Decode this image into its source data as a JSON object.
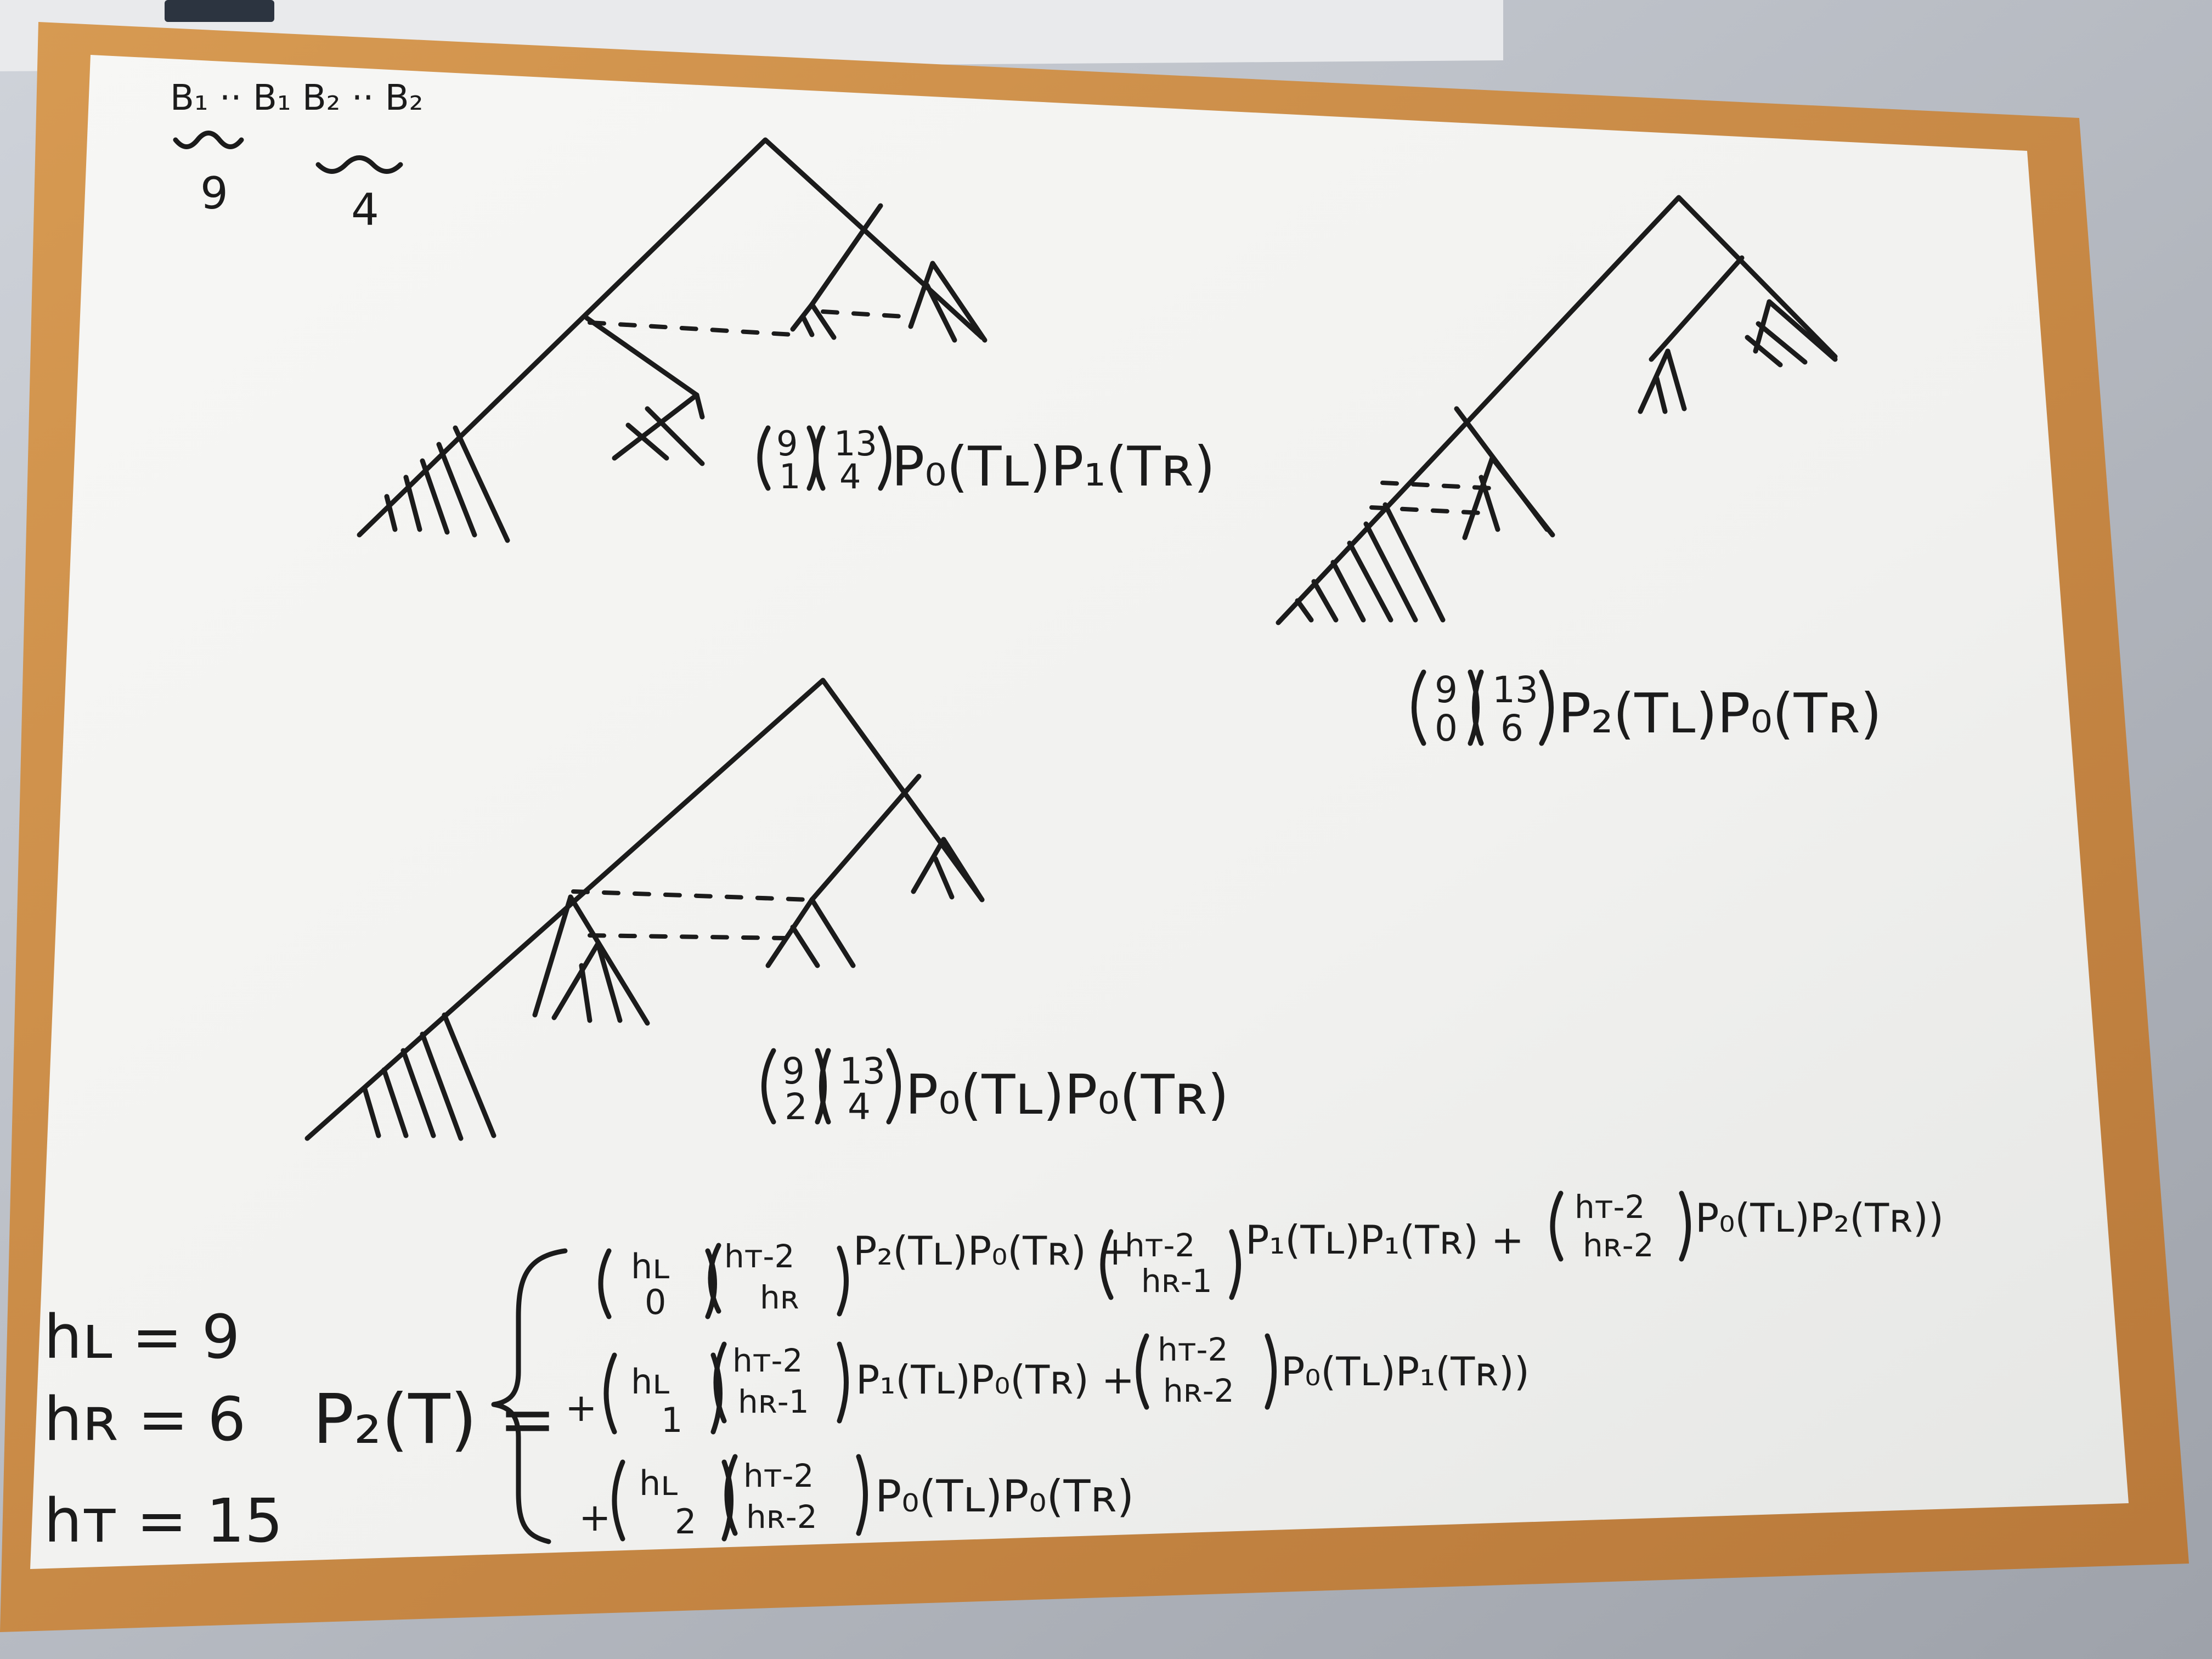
{
  "header": {
    "line1": "B₁ ·· B₁ B₂ ·· B₂",
    "count_left": "9",
    "count_right": "4"
  },
  "formulas": {
    "tree1": {
      "binom_a": [
        "9",
        "1"
      ],
      "binom_b": [
        "13",
        "4"
      ],
      "terms": "P₀(Tʟ)P₁(Tʀ)"
    },
    "tree2": {
      "binom_a": [
        "9",
        "0"
      ],
      "binom_b": [
        "13",
        "6"
      ],
      "terms": "P₂(Tʟ)P₀(Tʀ)"
    },
    "tree3": {
      "binom_a": [
        "9",
        "2"
      ],
      "binom_b": [
        "13",
        "4"
      ],
      "terms": "P₀(Tʟ)P₀(Tʀ)"
    }
  },
  "variables": {
    "hL": "hʟ = 9",
    "hR": "hʀ = 6",
    "hT": "hᴛ = 15"
  },
  "equation": {
    "lhs": "P₂(T) =",
    "row1": {
      "binom_a": [
        "hʟ",
        "0"
      ],
      "terms": [
        {
          "binom": [
            "hᴛ-2",
            "hʀ"
          ],
          "text": "P₂(Tʟ)P₀(Tʀ) +"
        },
        {
          "binom": [
            "hᴛ-2",
            "hʀ-1"
          ],
          "text": "P₁(Tʟ)P₁(Tʀ) +"
        },
        {
          "binom": [
            "hᴛ-2",
            "hʀ-2"
          ],
          "text": "P₀(Tʟ)P₂(Tʀ))"
        }
      ]
    },
    "row2": {
      "prefix": "+",
      "binom_a": [
        "hʟ",
        "1"
      ],
      "terms": [
        {
          "binom": [
            "hᴛ-2",
            "hʀ-1"
          ],
          "text": "P₁(Tʟ)P₀(Tʀ) +"
        },
        {
          "binom": [
            "hᴛ-2",
            "hʀ-2"
          ],
          "text": "P₀(Tʟ)P₁(Tʀ))"
        }
      ]
    },
    "row3": {
      "prefix": "+",
      "binom_a": [
        "hʟ",
        "2"
      ],
      "terms": [
        {
          "binom": [
            "hᴛ-2",
            "hʀ-2"
          ],
          "text": "P₀(Tʟ)P₀(Tʀ)"
        }
      ]
    }
  },
  "colors": {
    "frame": "#c98b45",
    "board": "#f3f3f1",
    "ink": "#1b1b1b",
    "background": "#b9bcc3"
  }
}
